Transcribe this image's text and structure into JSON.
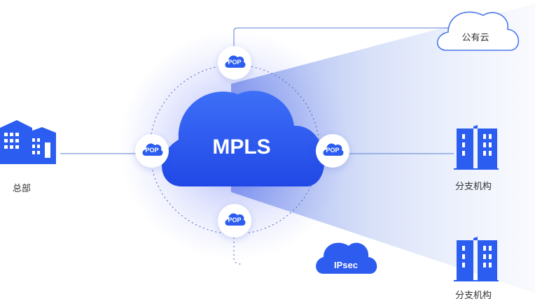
{
  "hq": {
    "label": "总部"
  },
  "mpls": {
    "label": "MPLS"
  },
  "pop_nodes": [
    {
      "label": "POP"
    },
    {
      "label": "POP"
    },
    {
      "label": "POP"
    },
    {
      "label": "POP"
    }
  ],
  "public_cloud": {
    "label": "公有云"
  },
  "ipsec": {
    "label": "IPsec"
  },
  "branches": [
    {
      "label": "分支机构"
    },
    {
      "label": "分支机构"
    }
  ],
  "colors": {
    "primary": "#2b5ef0",
    "cloud_outline": "#4a78e8",
    "line": "#5b7fd6"
  }
}
